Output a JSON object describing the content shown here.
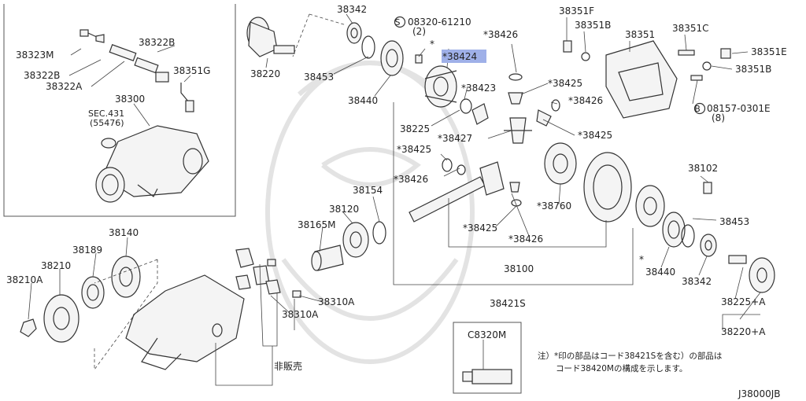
{
  "diagram": {
    "part_labels": {
      "38323M": "38323M",
      "38322B_top": "38322B",
      "38322B_bot": "38322B",
      "38322A": "38322A",
      "38351G": "38351G",
      "38300": "38300",
      "SEC431": "SEC.431",
      "SEC431_ref": "(55476)",
      "38220": "38220",
      "38342_top": "38342",
      "38453_top": "38453",
      "38440_top": "38440",
      "08320": "08320-61210",
      "08320_qty": "(2)",
      "star_mark": "*",
      "38424": "*38424",
      "38423": "*38423",
      "38426_a": "*38426",
      "38425_a": "*38425",
      "38426_b": "*38426",
      "38425_b": "*38425",
      "38225": "38225",
      "38427": "*38427",
      "38425_c": "*38425",
      "38426_c": "*38426",
      "38760": "*38760",
      "38425_d": "*38425",
      "38426_d": "*38426",
      "38100": "38100",
      "38421S": "38421S",
      "38351F": "38351F",
      "38351B_a": "38351B",
      "38351": "38351",
      "38351C": "38351C",
      "38351E": "38351E",
      "38351B_b": "38351B",
      "08157": "08157-0301E",
      "08157_qty": "(8)",
      "08157_circle": "B",
      "08320_circle": "S",
      "38102": "38102",
      "38453_bot": "38453",
      "38440_bot": "38440",
      "38342_bot": "38342",
      "38225A": "38225+A",
      "38220A": "38220+A",
      "star_bot": "*",
      "38154": "38154",
      "38120": "38120",
      "38165M": "38165M",
      "38140": "38140",
      "38189": "38189",
      "38210": "38210",
      "38210A": "38210A",
      "38310A_a": "38310A",
      "38310A_b": "38310A",
      "not_sold": "非販売",
      "C8320M": "C8320M"
    },
    "note_line1": "注）*印の部品はコード38421Sを含む）の部品は",
    "note_line2": "コード38420Mの構成を示します。",
    "diagram_code": "J38000JB",
    "highlight_color": "#9fb0e8"
  }
}
